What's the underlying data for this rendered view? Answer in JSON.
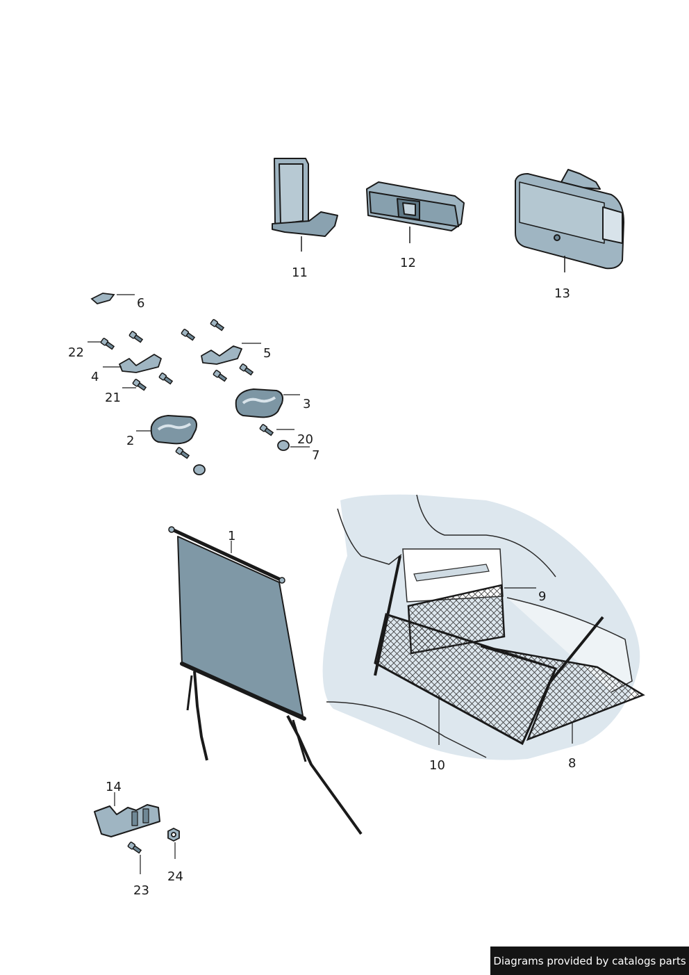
{
  "callouts": {
    "c1": "1",
    "c2": "2",
    "c3": "3",
    "c4": "4",
    "c5": "5",
    "c6": "6",
    "c7": "7",
    "c8": "8",
    "c9": "9",
    "c10": "10",
    "c11": "11",
    "c12": "12",
    "c13": "13",
    "c14": "14",
    "c20": "20",
    "c21": "21",
    "c22": "22",
    "c23": "23",
    "c24": "24"
  },
  "credit": "Diagrams provided by catalogs parts",
  "colors": {
    "part_fill": "#9fb5c2",
    "part_dark": "#6f8896",
    "outline": "#1a1a1a",
    "cabin": "#dde7ee",
    "net": "#3a3a3a",
    "banner": "#141414"
  }
}
